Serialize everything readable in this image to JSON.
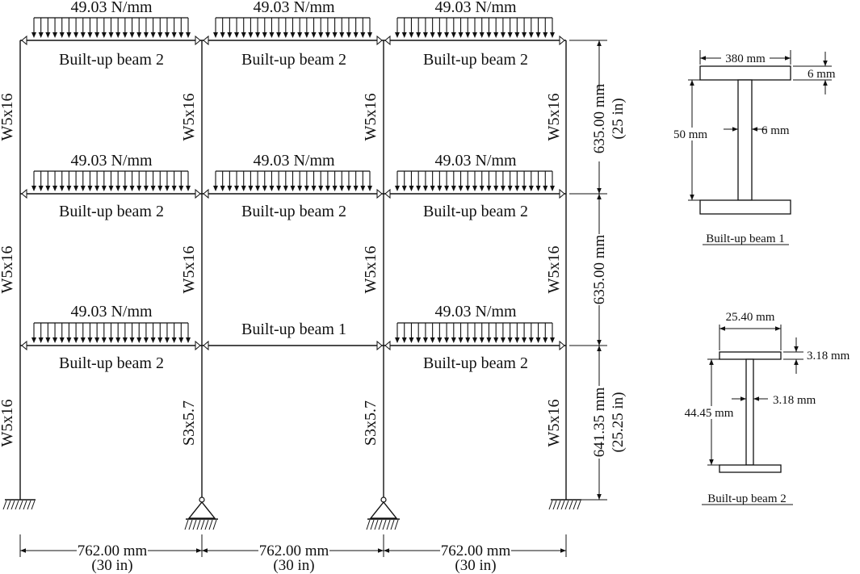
{
  "frame": {
    "load_label": "49.03 N/mm",
    "builtup_beam_2": "Built-up beam 2",
    "builtup_beam_1": "Built-up beam 1",
    "column_w": "W5x16",
    "column_s": "S3x5.7",
    "story_heights": [
      {
        "mm": "635.00 mm",
        "in": "(25 in)"
      },
      {
        "mm": "635.00 mm",
        "in": ""
      },
      {
        "mm": "641.35 mm",
        "in": "(25.25 in)"
      }
    ],
    "bay_widths": [
      {
        "mm": "762.00 mm",
        "in": "(30 in)"
      },
      {
        "mm": "762.00 mm",
        "in": "(30 in)"
      },
      {
        "mm": "762.00 mm",
        "in": "(30 in)"
      }
    ],
    "loaded_beams": [
      {
        "level": 0,
        "bay": 0
      },
      {
        "level": 0,
        "bay": 1
      },
      {
        "level": 0,
        "bay": 2
      },
      {
        "level": 1,
        "bay": 0
      },
      {
        "level": 1,
        "bay": 1
      },
      {
        "level": 1,
        "bay": 2
      },
      {
        "level": 2,
        "bay": 0
      },
      {
        "level": 2,
        "bay": 2
      }
    ]
  },
  "section_1": {
    "title": "Built-up beam 1",
    "flange_width": "380 mm",
    "flange_thickness": "6 mm",
    "depth": "50 mm",
    "web_thickness": "6 mm"
  },
  "section_2": {
    "title": "Built-up beam 2",
    "flange_width": "25.40 mm",
    "flange_thickness": "3.18 mm",
    "depth": "44.45 mm",
    "web_thickness": "3.18 mm"
  }
}
